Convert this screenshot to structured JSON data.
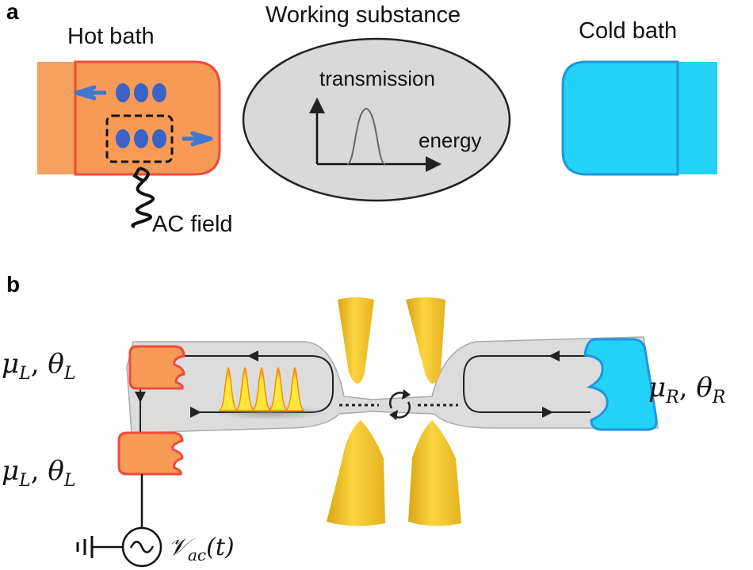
{
  "panel_a": {
    "label": "a",
    "hot_bath": "Hot bath",
    "working_substance": "Working substance",
    "cold_bath": "Cold bath",
    "plot_ylabel": "transmission",
    "plot_xlabel": "energy",
    "ac_field": "AC field"
  },
  "panel_b": {
    "label": "b",
    "left_top": {
      "mu": "μ",
      "mu_sub": "L",
      "sep": ", ",
      "theta": "θ",
      "theta_sub": "L"
    },
    "left_bottom": {
      "mu": "μ",
      "mu_sub": "L",
      "sep": ", ",
      "theta": "θ",
      "theta_sub": "L"
    },
    "right": {
      "mu": "μ",
      "mu_sub": "R",
      "sep": ", ",
      "theta": "θ",
      "theta_sub": "R"
    },
    "source": {
      "symbol": "𝒱",
      "sub": "ac",
      "arg": "(t)"
    }
  },
  "colors": {
    "hot_fill": "#f79a55",
    "hot_edge": "#ef4a3c",
    "cold_fill": "#22d3f7",
    "cold_edge": "#1e96e0",
    "electron": "#3a62c7",
    "arrow": "#3f78d0",
    "gray_panel": "#dcdcdc",
    "gate_gold": "#f5c530",
    "pulse_yellow": "#ffea3b"
  }
}
